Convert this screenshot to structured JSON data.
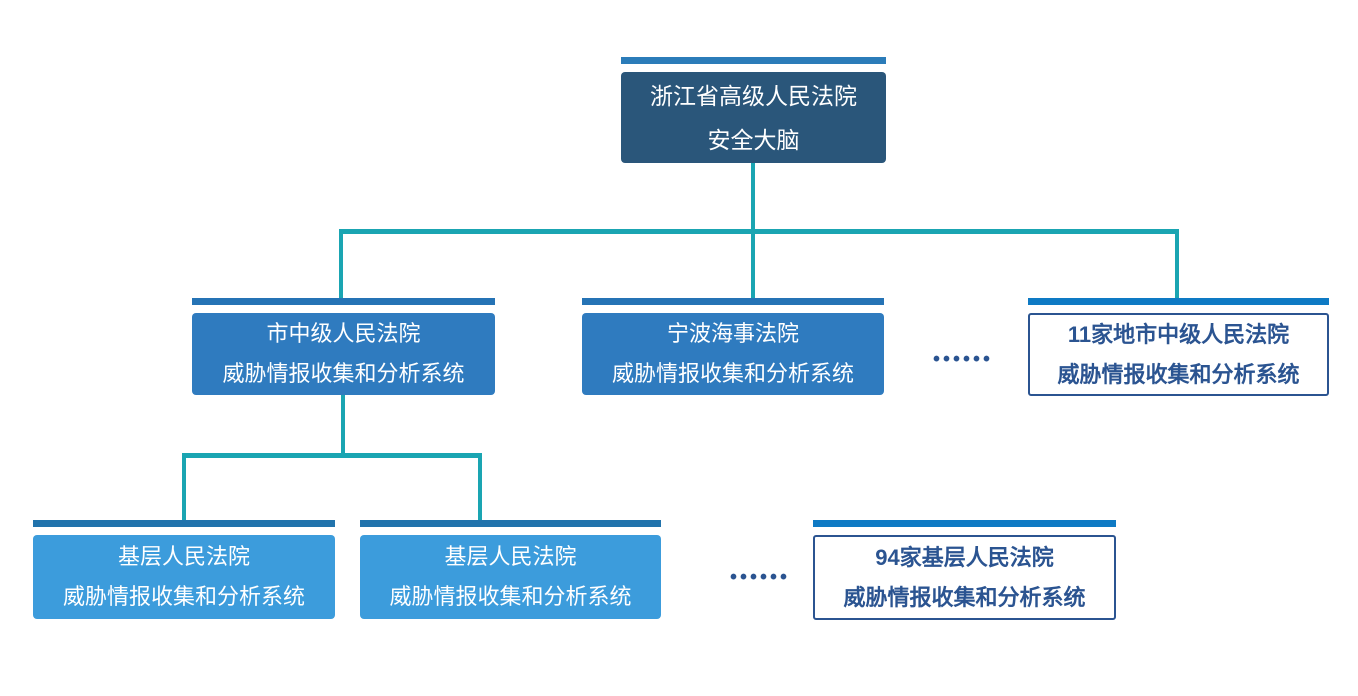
{
  "diagram": {
    "nodes": {
      "root": {
        "line1": "浙江省高级人民法院",
        "line2": "安全大脑"
      },
      "level2": [
        {
          "line1": "市中级人民法院",
          "line2": "威胁情报收集和分析系统"
        },
        {
          "line1": "宁波海事法院",
          "line2": "威胁情报收集和分析系统"
        },
        {
          "line1": "11家地市中级人民法院",
          "line2": "威胁情报收集和分析系统"
        }
      ],
      "level3": [
        {
          "line1": "基层人民法院",
          "line2": "威胁情报收集和分析系统"
        },
        {
          "line1": "基层人民法院",
          "line2": "威胁情报收集和分析系统"
        },
        {
          "line1": "94家基层人民法院",
          "line2": "威胁情报收集和分析系统"
        }
      ]
    },
    "ellipsis": {
      "level2": "••••••",
      "level3": "••••••"
    },
    "colors": {
      "root_box": "#2A567A",
      "root_bar": "#2B7CB9",
      "branch_box": "#2F7BBF",
      "branch_bar": "#2573B5",
      "leaf_box": "#3C9CDC",
      "leaf_bar": "#2173AC",
      "outline_blue": "#2B5491",
      "outline_bar": "#0E7AC4",
      "connector": "#1AA5B2"
    }
  }
}
